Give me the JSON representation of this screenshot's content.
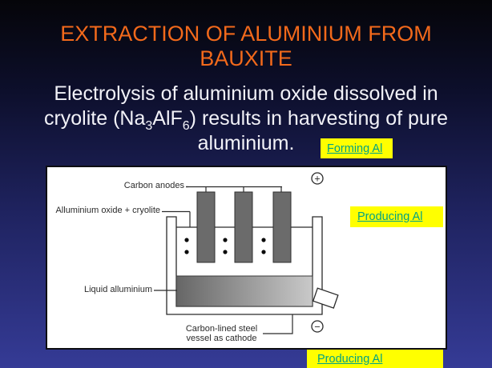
{
  "slide": {
    "title_line1": "EXTRACTION OF ALUMINIUM FROM",
    "title_line2": "BAUXITE",
    "body": {
      "line1": "Electrolysis of aluminium oxide dissolved in",
      "line2_pre": "cryolite (Na",
      "line2_sub1": "3",
      "line2_mid": "AlF",
      "line2_sub2": "6",
      "line2_post": ") results in harvesting of pure",
      "line3": "aluminium."
    },
    "colors": {
      "title": "#F2691B",
      "body_text": "#F2F2F8",
      "link": "#00A383",
      "link_background": "#FFFF00",
      "background_top": "#050509",
      "background_bottom": "#353B96",
      "anode_fill": "#6B6B6B",
      "liquid_gradient_left": "#666666",
      "liquid_gradient_right": "#C9C9C9"
    }
  },
  "links": {
    "forming": "Forming Al",
    "producing_right": "Producing Al",
    "producing_bottom": "Producing Al"
  },
  "diagram": {
    "labels": {
      "carbon_anodes": "Carbon anodes",
      "oxide_cryolite": "Alluminium oxide + cryolite",
      "liquid_aluminium": "Liquid alluminium",
      "cathode_line1": "Carbon-lined steel",
      "cathode_line2": "vessel as cathode"
    },
    "icons": {
      "positive_terminal": "+",
      "negative_terminal": "−"
    }
  }
}
